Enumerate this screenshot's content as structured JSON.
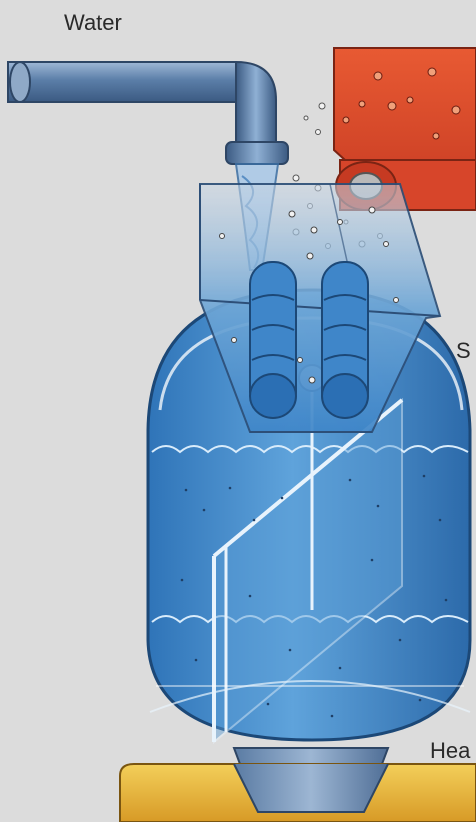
{
  "labels": {
    "water": "Water",
    "partial_right": "S",
    "heat_partial": "Hea"
  },
  "colors": {
    "background": "#dcdcdc",
    "pipe": "#5b7ea8",
    "belt": "#d9472b",
    "water": "#3f86c9",
    "tray": "#e6b23d"
  }
}
